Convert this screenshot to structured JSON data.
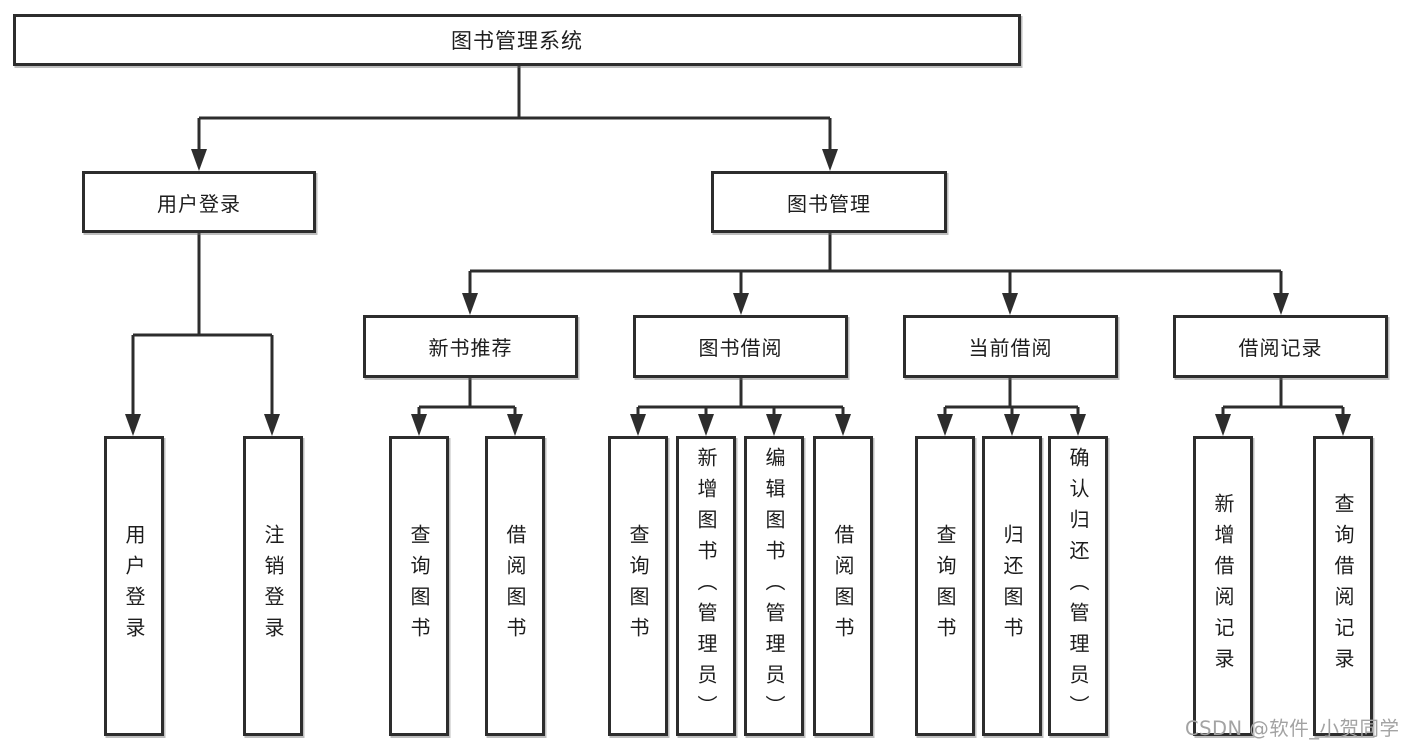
{
  "colors": {
    "line-color": "#2d2d2d",
    "text-color": "#1d1d1d",
    "box-bg": "#ffffff",
    "page-bg": "#ffffff",
    "watermark-color": "#a3a3a3"
  },
  "tree": {
    "root": "图书管理系统",
    "children": [
      {
        "label": "用户登录",
        "children": [
          "用户登录",
          "注销登录"
        ]
      },
      {
        "label": "图书管理",
        "children": [
          {
            "label": "新书推荐",
            "children": [
              "查询图书",
              "借阅图书"
            ]
          },
          {
            "label": "图书借阅",
            "children": [
              "查询图书",
              "新增图书（管理员）",
              "编辑图书（管理员）",
              "借阅图书"
            ]
          },
          {
            "label": "当前借阅",
            "children": [
              "查询图书",
              "归还图书",
              "确认归还（管理员）"
            ]
          },
          {
            "label": "借阅记录",
            "children": [
              "新增借阅记录",
              "查询借阅记录"
            ]
          }
        ]
      }
    ]
  },
  "watermark": {
    "text": "CSDN @软件_小贺同学"
  }
}
